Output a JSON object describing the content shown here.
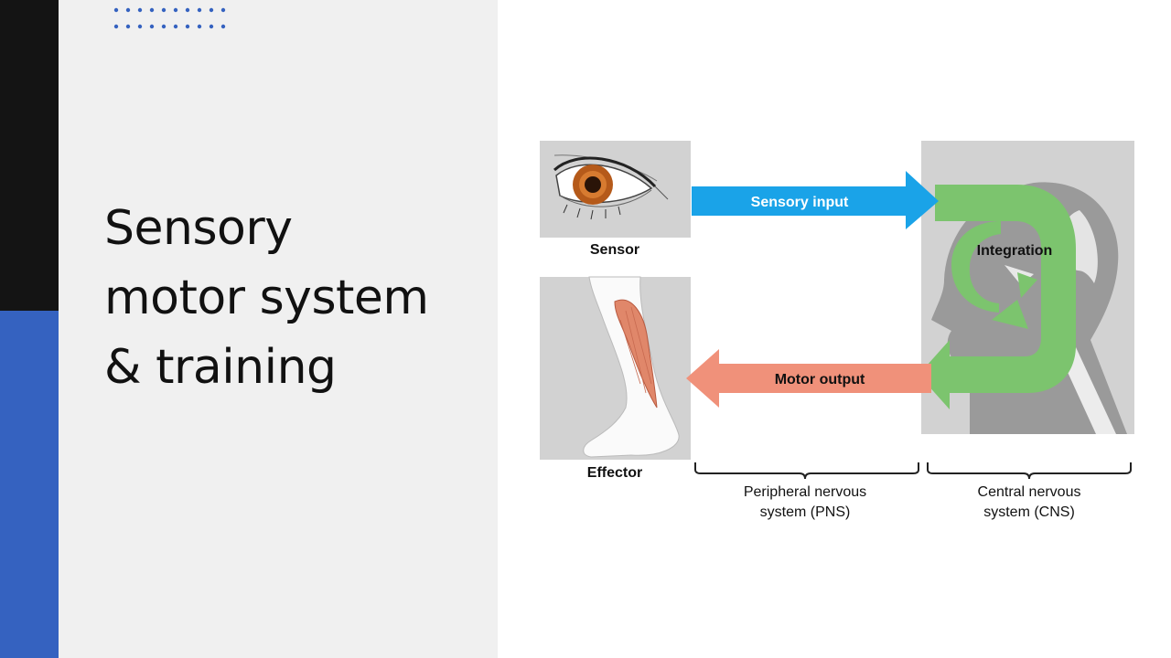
{
  "slide": {
    "title_lines": [
      "Sensory",
      "motor system",
      "& training"
    ]
  },
  "diagram": {
    "sensor_label": "Sensor",
    "effector_label": "Effector",
    "sensory_input_label": "Sensory input",
    "motor_output_label": "Motor output",
    "integration_label": "Integration",
    "pns_line1": "Peripheral nervous",
    "pns_line2": "system (PNS)",
    "cns_line1": "Central nervous",
    "cns_line2": "system (CNS)"
  },
  "colors": {
    "sidebar_black": "#141414",
    "sidebar_blue": "#3562c0",
    "left_panel": "#f0f0f0",
    "sensory_arrow": "#1aa3e8",
    "motor_arrow": "#f0917a",
    "integration_arrow": "#7cc46e"
  }
}
